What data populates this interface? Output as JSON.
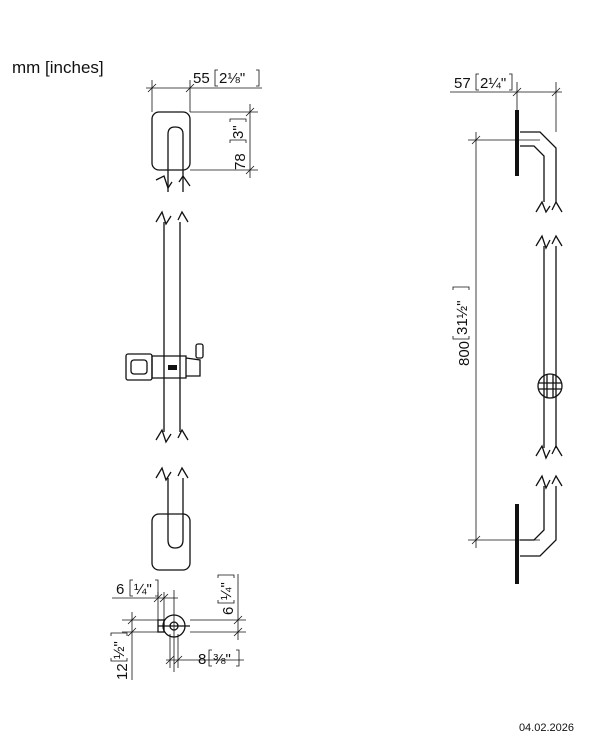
{
  "units_label": "mm [inches]",
  "date": "04.02.2026",
  "dims": {
    "top_width": "55",
    "top_width_in": "2⅛\"",
    "top_height": "78",
    "top_height_in": "3\"",
    "side_depth": "57",
    "side_depth_in": "2¼\"",
    "length": "800",
    "length_in": "31½\"",
    "det_a": "6",
    "det_a_in": "¼\"",
    "det_b": "6",
    "det_b_in": "¼\"",
    "det_c": "12",
    "det_c_in": "½\"",
    "det_d": "8",
    "det_d_in": "⅜\""
  }
}
